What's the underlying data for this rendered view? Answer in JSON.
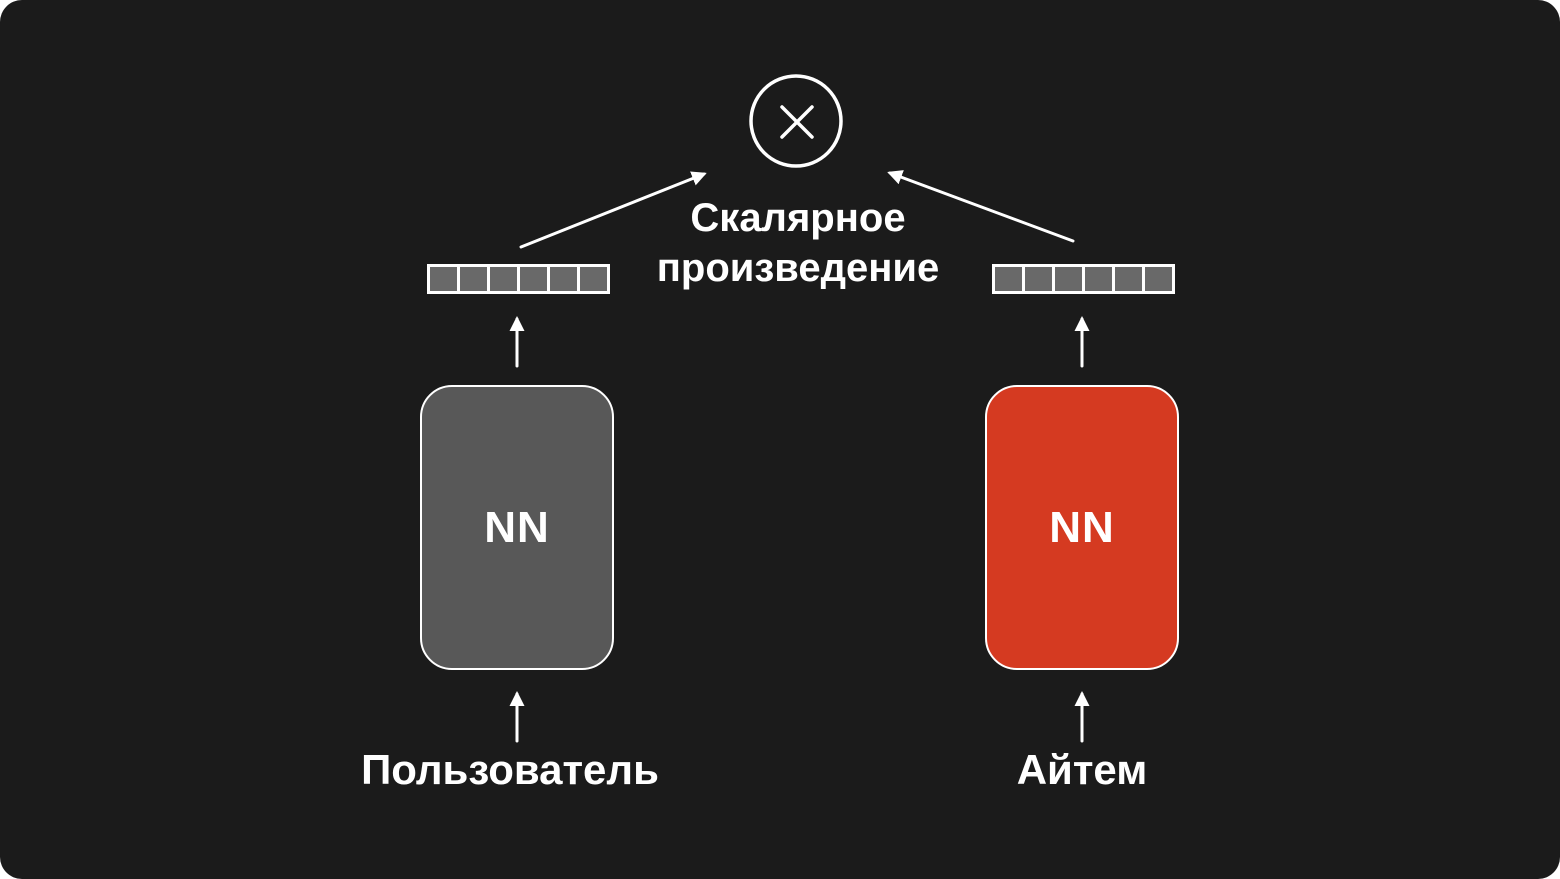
{
  "colors": {
    "page_bg": "#ffffff",
    "bg": "#1b1b1b",
    "stroke": "#ffffff",
    "text": "#ffffff",
    "vector_cell": "#696969",
    "user_box": "#585858",
    "item_box": "#d53a21"
  },
  "diagram": {
    "operation": {
      "symbol": "×",
      "icon": "multiply-circle",
      "label": "Скалярное произведение"
    },
    "towers": [
      {
        "id": "user",
        "box_label": "NN",
        "box_color": "#585858",
        "input_label": "Пользователь",
        "vector_cells": 6
      },
      {
        "id": "item",
        "box_label": "NN",
        "box_color": "#d53a21",
        "input_label": "Айтем",
        "vector_cells": 6
      }
    ]
  }
}
